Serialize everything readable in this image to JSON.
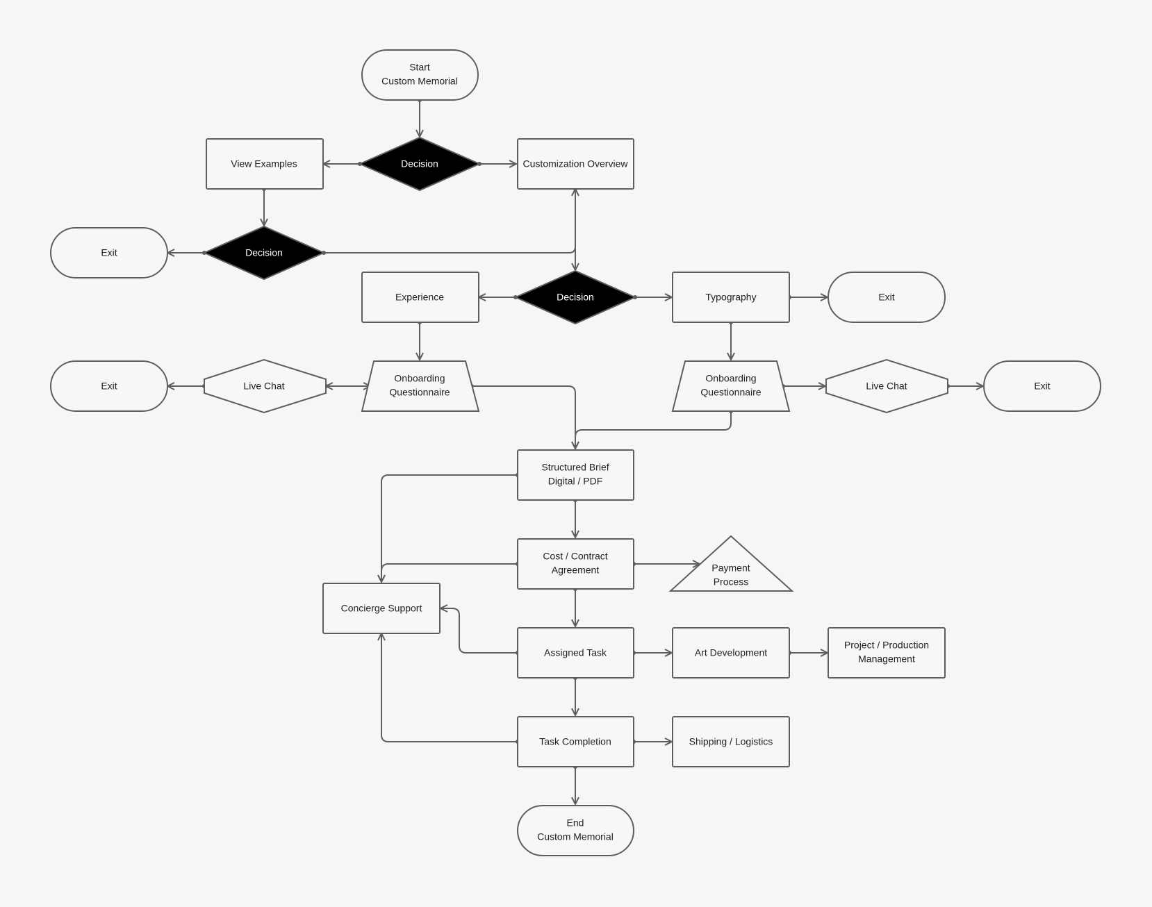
{
  "colors": {
    "background": "#f6f6f6",
    "stroke": "#5e5e5e",
    "node_fill": "#f7f7f7",
    "decision_fill": "#000000",
    "text": "#222222"
  },
  "nodes": {
    "start": {
      "lines": [
        "Start",
        "Custom Memorial"
      ]
    },
    "decision1": {
      "lines": [
        "Decision"
      ]
    },
    "view_examples": {
      "lines": [
        "View Examples"
      ]
    },
    "customization_overview": {
      "lines": [
        "Customization Overview"
      ]
    },
    "decision2": {
      "lines": [
        "Decision"
      ]
    },
    "exit1": {
      "lines": [
        "Exit"
      ]
    },
    "decision3": {
      "lines": [
        "Decision"
      ]
    },
    "experience": {
      "lines": [
        "Experience"
      ]
    },
    "typography": {
      "lines": [
        "Typography"
      ]
    },
    "exit2": {
      "lines": [
        "Exit"
      ]
    },
    "exit3": {
      "lines": [
        "Exit"
      ]
    },
    "live_chat_left": {
      "lines": [
        "Live Chat"
      ]
    },
    "onboarding_left": {
      "lines": [
        "Onboarding",
        "Questionnaire"
      ]
    },
    "onboarding_right": {
      "lines": [
        "Onboarding",
        "Questionnaire"
      ]
    },
    "live_chat_right": {
      "lines": [
        "Live Chat"
      ]
    },
    "exit4": {
      "lines": [
        "Exit"
      ]
    },
    "structured_brief": {
      "lines": [
        "Structured Brief",
        "Digital / PDF"
      ]
    },
    "cost_contract": {
      "lines": [
        "Cost / Contract",
        "Agreement"
      ]
    },
    "payment_process": {
      "lines": [
        "Payment",
        "Process"
      ]
    },
    "concierge_support": {
      "lines": [
        "Concierge Support"
      ]
    },
    "assigned_task": {
      "lines": [
        "Assigned Task"
      ]
    },
    "art_development": {
      "lines": [
        "Art Development"
      ]
    },
    "project_management": {
      "lines": [
        "Project / Production",
        "Management"
      ]
    },
    "task_completion": {
      "lines": [
        "Task Completion"
      ]
    },
    "shipping": {
      "lines": [
        "Shipping / Logistics"
      ]
    },
    "end": {
      "lines": [
        "End",
        "Custom Memorial"
      ]
    }
  }
}
